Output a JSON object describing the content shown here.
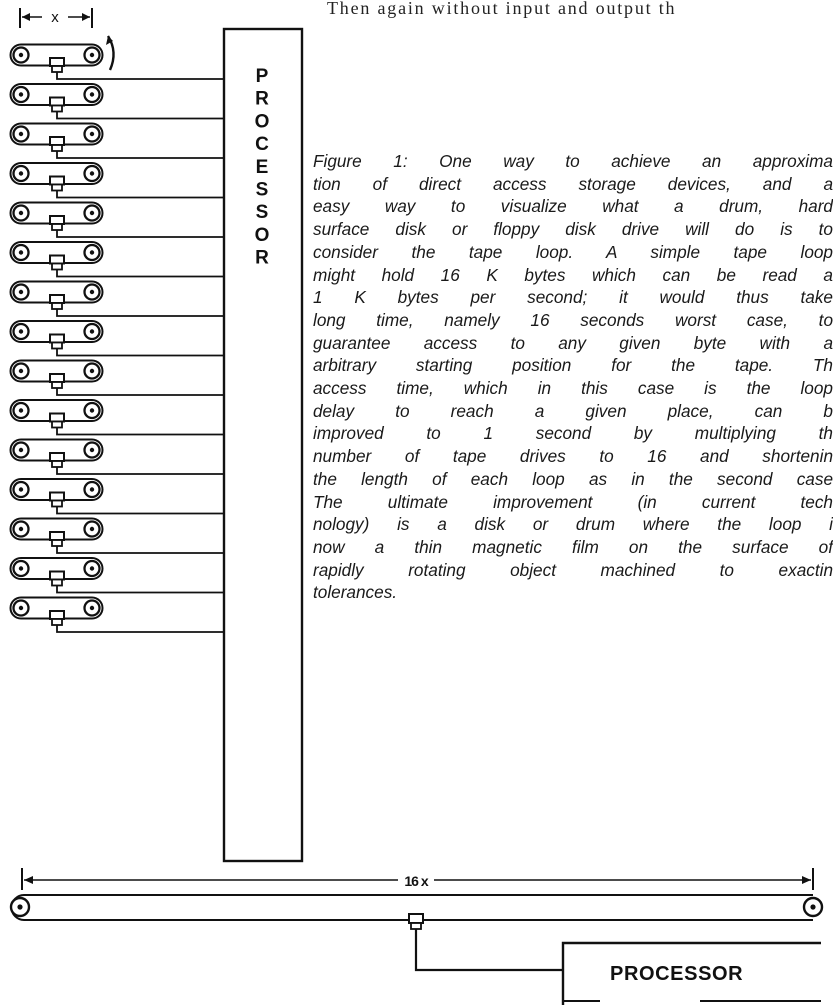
{
  "top_text": "Then again without input and output th",
  "caption_lines": [
    "Figure 1: One way to achieve an approxima",
    "tion of direct access storage devices, and a",
    "easy way to visualize what a drum, hard",
    "surface disk or floppy disk drive will do is to",
    "consider the tape loop. A simple tape loop",
    "might hold 16 K bytes which can be read a",
    "1 K bytes per second; it would thus take",
    "long time, namely 16 seconds worst case, to",
    "guarantee access to any given byte with a",
    "arbitrary starting position for the tape. Th",
    "access time, which in this case is the loop",
    "delay to reach a given place, can b",
    "improved to 1 second by multiplying th",
    "number of tape drives to 16 and shortenin",
    "the length of each loop as in the second case",
    "The ultimate improvement (in current tech",
    "nology) is a disk or drum where the loop i",
    "now a thin magnetic film on the surface of",
    "rapidly rotating object machined to exactin",
    "tolerances."
  ],
  "diagram": {
    "short_loop_label": "x",
    "long_loop_label": "16 x",
    "processor_vertical_label": "PROCESSOR",
    "processor_horizontal_label": "PROCESSOR",
    "tape_drive_count": 15,
    "line_color": "#111111"
  }
}
